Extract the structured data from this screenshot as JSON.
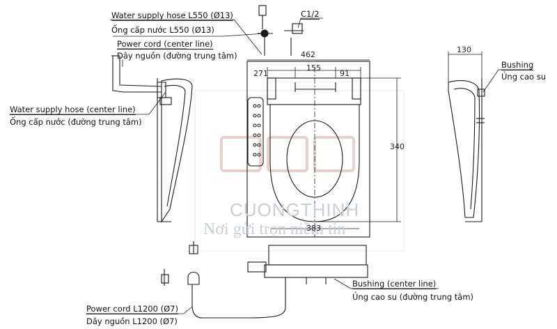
{
  "labels": {
    "water_hose_top_en": "Water supply hose L550 (Ø13)",
    "water_hose_top_vi": "Ống cấp nước L550 (Ø13)",
    "power_cord_center_en": "Power cord (center line)",
    "power_cord_center_vi": "Dây nguồn (đường trung tâm)",
    "water_hose_center_en": "Water supply hose (center line)",
    "water_hose_center_vi": "Ống cấp nước (đường trung tâm)",
    "c_half": "C1/2",
    "bushing_en": "Bushing",
    "bushing_vi": "Ủng cao su",
    "bushing_center_en": "Bushing (center line)",
    "bushing_center_vi": "Ủng cao su (đường trung tâm)",
    "power_cord_bottom_en": "Power cord L1200 (Ø7)",
    "power_cord_bottom_vi": "Dây nguồn L1200 (Ø7)"
  },
  "dimensions": {
    "width_total": "462",
    "left_offset": "271",
    "hole_spacing": "155",
    "right_offset": "91",
    "length": "340",
    "seat_width": "383",
    "side_depth": "130"
  },
  "watermark": {
    "brand": "CUONGTHINH",
    "slogan": "Nơi gửi trọn niềm tin"
  },
  "colors": {
    "line": "#1a1a1a",
    "watermark": "#c9cfd8",
    "watermark_logo": "#e3c9c3"
  }
}
